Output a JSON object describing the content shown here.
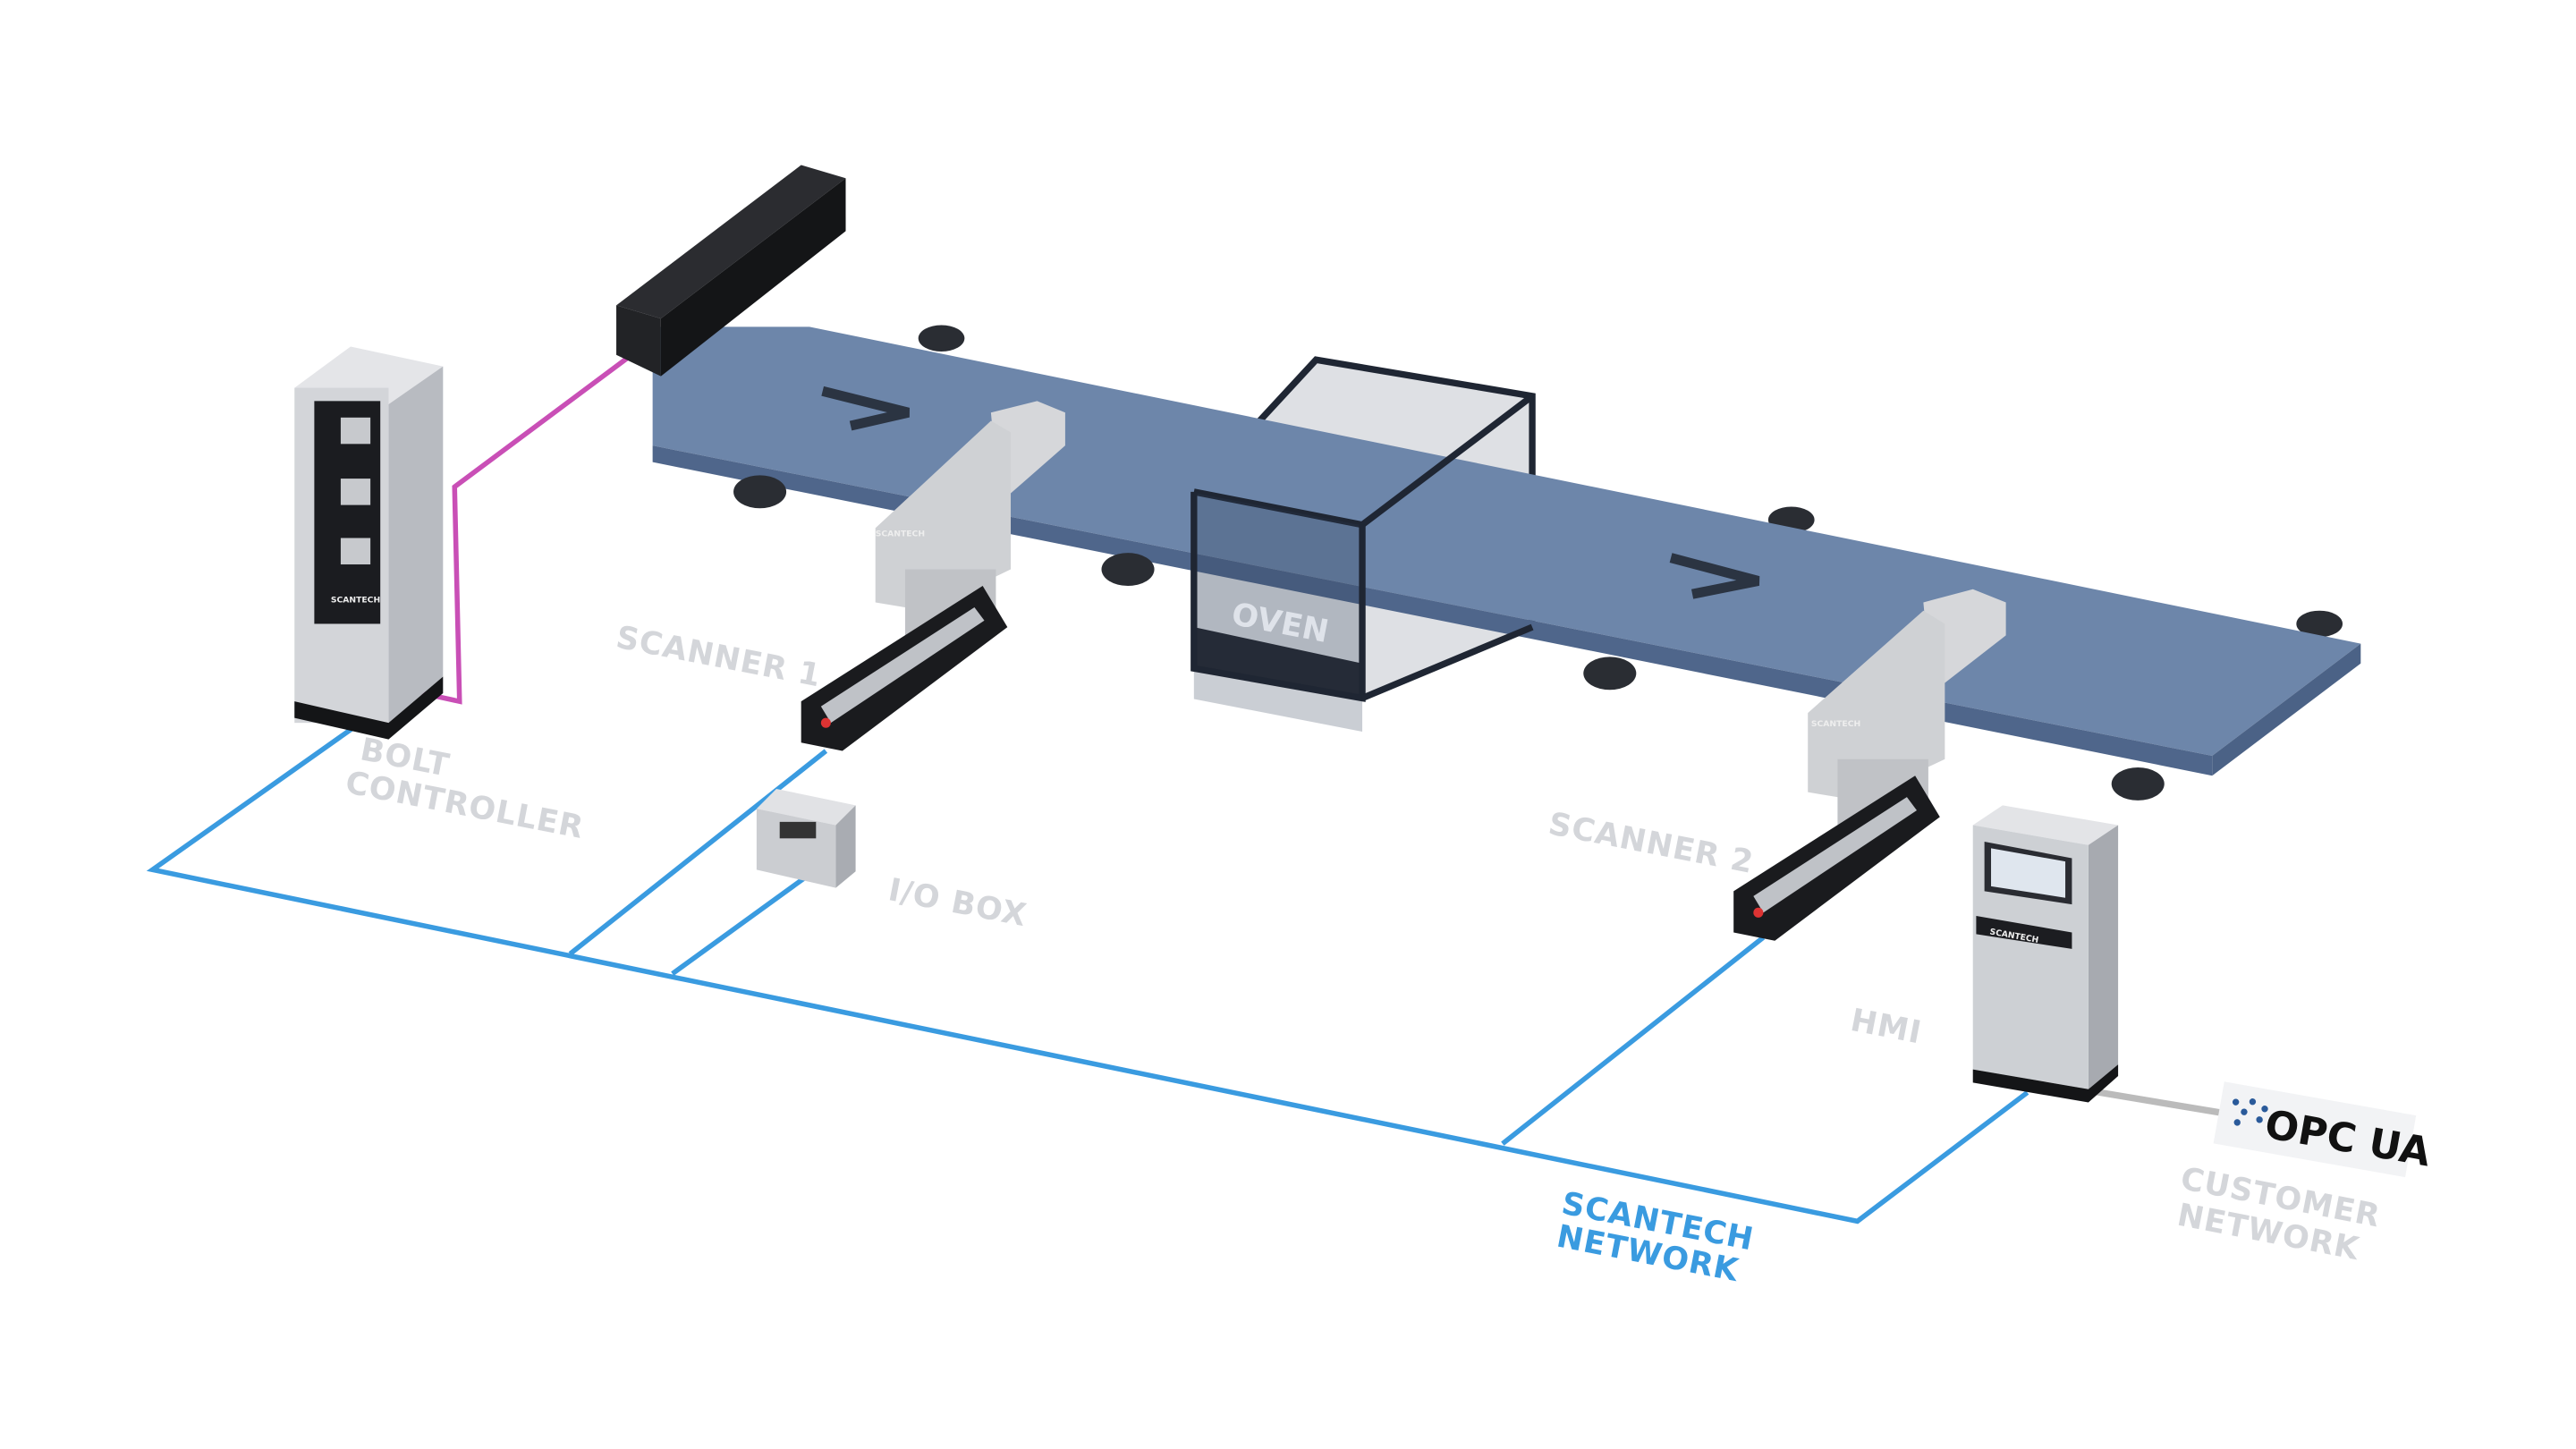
{
  "labels": {
    "scanner1": "SCANNER 1",
    "scanner2": "SCANNER 2",
    "bolt_controller_line1": "BOLT",
    "bolt_controller_line2": "CONTROLLER",
    "io_box": "I/O BOX",
    "hmi": "HMI",
    "oven": "OVEN",
    "scantech_network_line1": "SCANTECH",
    "scantech_network_line2": "NETWORK",
    "customer_network_line1": "CUSTOMER",
    "customer_network_line2": "NETWORK"
  },
  "brand": "SCANTECH",
  "opc_logo": "OPC UA",
  "colors": {
    "network": "#3a9be0",
    "controller_link": "#c94fb6",
    "conveyor": "#6d86aa",
    "label": "#d4d6da"
  }
}
